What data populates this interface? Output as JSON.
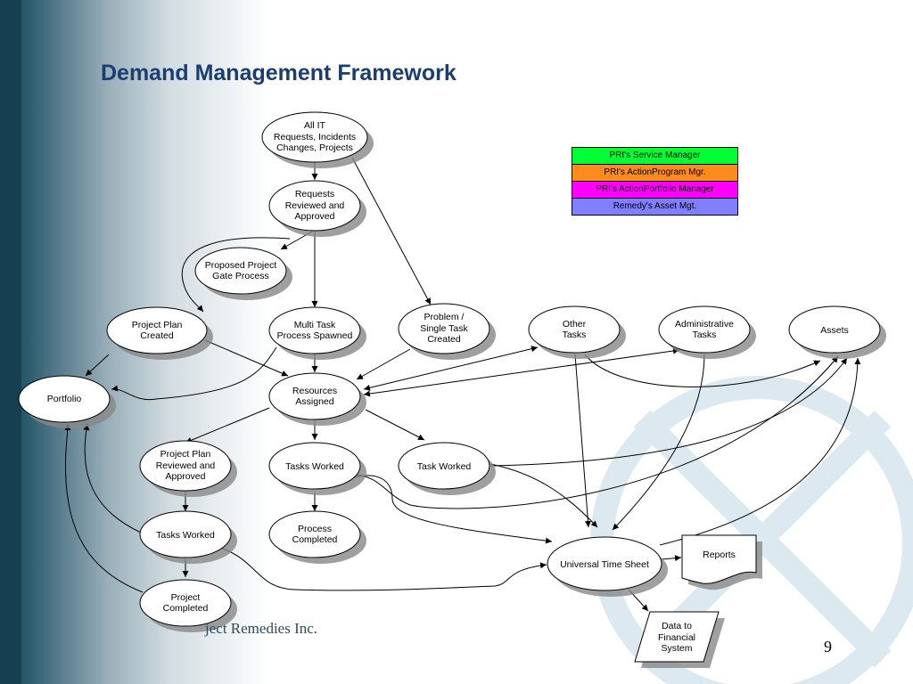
{
  "title": "Demand Management Framework",
  "page_number": "9",
  "company": "ject Remedies Inc.",
  "legend": [
    {
      "label": "PRI's Service Manager",
      "color": "#00ff33"
    },
    {
      "label": "PRI's ActionProgram Mgr.",
      "color": "#ff8c1a"
    },
    {
      "label": "PRI's ActionPortfolio Manager",
      "color": "#ff00ff"
    },
    {
      "label": "Remedy's Asset Mgt.",
      "color": "#8080ff"
    }
  ],
  "nodes": {
    "all_it": "All IT\nRequests,  Incidents\nChanges, Projects",
    "requests_reviewed": "Requests\nReviewed and\nApproved",
    "proposed_gate": "Proposed Project\nGate Process",
    "project_plan_created": "Project Plan\nCreated",
    "multi_task": "Multi Task\nProcess Spawned",
    "problem_single": "Problem /\nSingle Task\nCreated",
    "other_tasks": "Other\nTasks",
    "admin_tasks": "Administrative\nTasks",
    "assets": "Assets",
    "portfolio": "Portfolio",
    "resources_assigned": "Resources\nAssigned",
    "plan_reviewed": "Project Plan\nReviewed and\nApproved",
    "tasks_worked_mid": "Tasks Worked",
    "task_worked_right": "Task Worked",
    "tasks_worked_left": "Tasks Worked",
    "process_completed": "Process\nCompleted",
    "universal_time_sheet": "Universal Time Sheet",
    "project_completed": "Project\nCompleted",
    "reports": "Reports",
    "data_financial": "Data to\nFinancial\nSystem"
  }
}
